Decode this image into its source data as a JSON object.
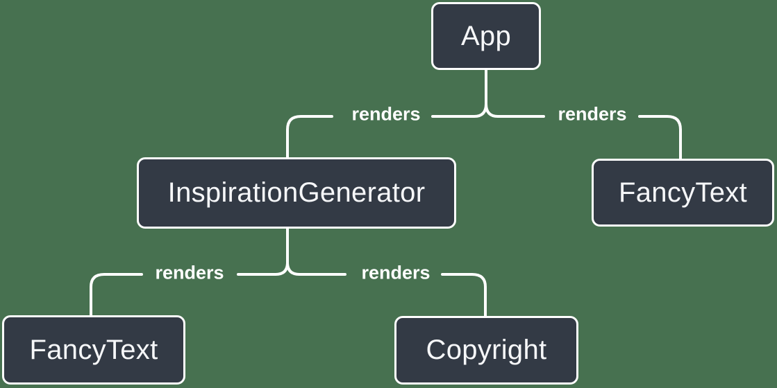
{
  "diagram": {
    "type": "component-render-tree",
    "colors": {
      "background": "#477150",
      "node_fill": "#333A45",
      "node_border": "#FFFFFF",
      "node_text": "#F6F7F9",
      "edge_stroke": "#FFFFFF",
      "edge_label_text": "#FFFFFF"
    },
    "nodes": [
      {
        "id": "app",
        "label": "App"
      },
      {
        "id": "inspiration-generator",
        "label": "InspirationGenerator"
      },
      {
        "id": "fancy-text-top",
        "label": "FancyText"
      },
      {
        "id": "fancy-text-bottom",
        "label": "FancyText"
      },
      {
        "id": "copyright",
        "label": "Copyright"
      }
    ],
    "edges": [
      {
        "from": "App",
        "to": "InspirationGenerator",
        "label": "renders"
      },
      {
        "from": "App",
        "to": "FancyText",
        "label": "renders"
      },
      {
        "from": "InspirationGenerator",
        "to": "FancyText",
        "label": "renders"
      },
      {
        "from": "InspirationGenerator",
        "to": "Copyright",
        "label": "renders"
      }
    ]
  }
}
